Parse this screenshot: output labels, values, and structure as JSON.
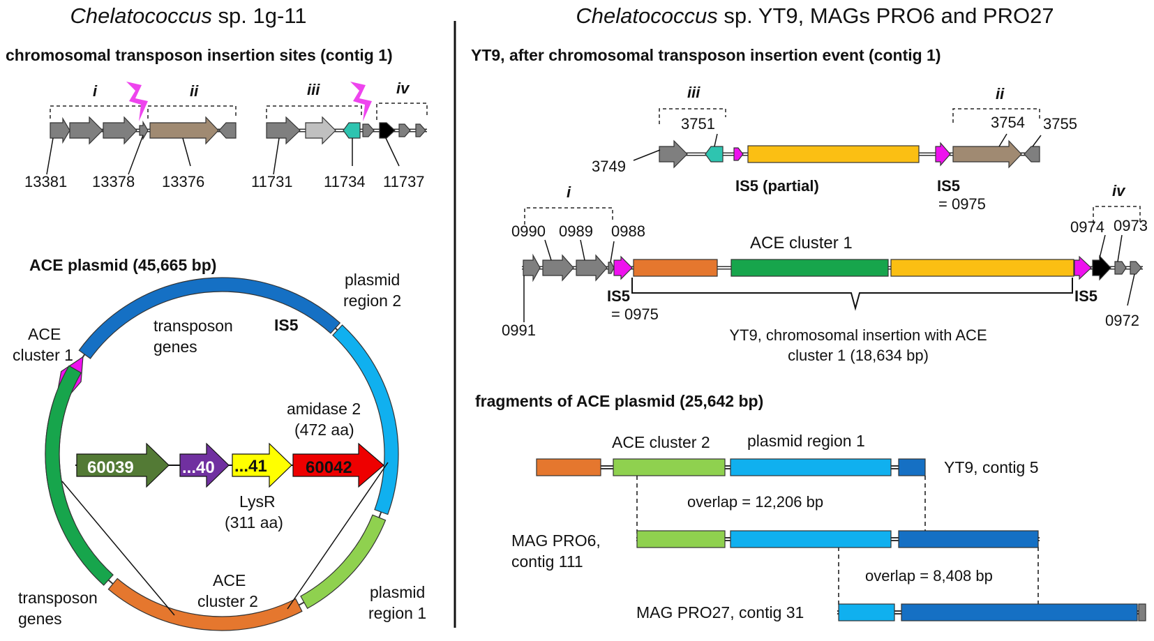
{
  "colors": {
    "gray": "#7f7f7f",
    "lightgray": "#c0c0c0",
    "teal": "#2ec4b0",
    "brown": "#a08a72",
    "magenta": "#ee11ee",
    "yellow_orange": "#fbbf13",
    "green": "#17a54c",
    "orange": "#e5772e",
    "lightgreen": "#8fd14f",
    "lightblue": "#10b0ef",
    "blue": "#1570c4",
    "darkgreen": "#537a35",
    "purple": "#7030a0",
    "yellow": "#ffff00",
    "red": "#ee0000",
    "lightning": "#ee44ee"
  },
  "left": {
    "title_species": "Chelatococcus",
    "title_rest": "sp. 1g-11",
    "subtitle": "chromosomal transposon insertion sites (contig 1)",
    "region_labels": [
      "i",
      "ii",
      "iii",
      "iv"
    ],
    "gene_ids": [
      "13381",
      "13378",
      "13376",
      "11731",
      "11734",
      "11737"
    ],
    "plasmid_title": "ACE plasmid (45,665 bp)",
    "plasmid_labels": {
      "plasmid_region_2": [
        "plasmid",
        "region 2"
      ],
      "is5": "IS5",
      "transposon_genes_top": [
        "transposon",
        "genes"
      ],
      "ace_cluster_1": [
        "ACE",
        "cluster 1"
      ],
      "amidase": [
        "amidase 2",
        "(472 aa)"
      ],
      "lysr": [
        "LysR",
        "(311 aa)"
      ],
      "transposon_genes_bottom": [
        "transposon",
        "genes"
      ],
      "ace_cluster_2": [
        "ACE",
        "cluster 2"
      ],
      "plasmid_region_1": [
        "plasmid",
        "region 1"
      ]
    },
    "inset_genes": [
      "60039",
      "...40",
      "...41",
      "60042"
    ]
  },
  "right": {
    "title_species": "Chelatococcus",
    "title_rest": "sp. YT9, MAGs PRO6 and PRO27",
    "subtitle": "YT9, after chromosomal transposon insertion event (contig 1)",
    "top_row": {
      "region_labels": [
        "iii",
        "ii"
      ],
      "gene_ids": [
        "3749",
        "3751",
        "3754",
        "3755"
      ],
      "is5_partial": "IS5 (partial)",
      "is5": "IS5",
      "is5_eq": "= 0975"
    },
    "mid_row": {
      "region_labels": [
        "i",
        "iv"
      ],
      "gene_ids": [
        "0990",
        "0989",
        "0988",
        "0991",
        "0974",
        "0973",
        "0972"
      ],
      "ace_cluster_1": "ACE cluster 1",
      "is5_left": "IS5",
      "is5_left_eq": "= 0975",
      "is5_right": "IS5",
      "insertion_label": [
        "YT9, chromosomal insertion with ACE",
        "cluster 1 (18,634 bp)"
      ]
    },
    "fragments": {
      "title": "fragments of ACE plasmid (25,642 bp)",
      "ace_cluster_2": "ACE cluster 2",
      "plasmid_region_1": "plasmid region 1",
      "yt9": "YT9, contig 5",
      "overlap1": "overlap = 12,206 bp",
      "pro6": [
        "MAG PRO6,",
        "contig 111"
      ],
      "overlap2": "overlap = 8,408 bp",
      "pro27": "MAG PRO27, contig 31"
    }
  }
}
